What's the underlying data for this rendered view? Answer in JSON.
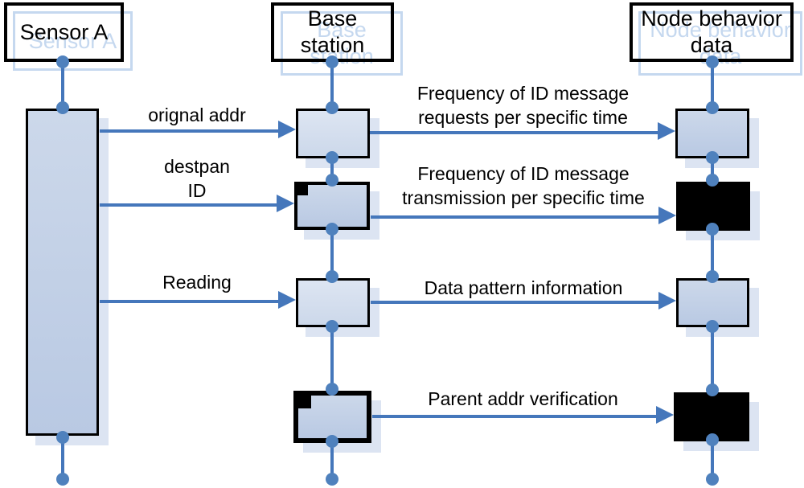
{
  "diagram": {
    "type": "sequence-diagram",
    "description_visible_elements": "three lifelines with activation boxes and message arrows"
  },
  "actors": [
    {
      "id": "sensor-a",
      "label": "Sensor A"
    },
    {
      "id": "base-station",
      "label": "Base\nstation"
    },
    {
      "id": "node-behavior-data",
      "label": "Node behavior\ndata"
    }
  ],
  "messages": [
    {
      "from": "Sensor A",
      "to": "Base station",
      "label": "orignal addr"
    },
    {
      "from": "Sensor A",
      "to": "Base station",
      "label": "destpan\nID"
    },
    {
      "from": "Sensor A",
      "to": "Base station",
      "label": "Reading"
    },
    {
      "from": "Base station",
      "to": "Node behavior data",
      "label": "Frequency of ID message\nrequests per specific time"
    },
    {
      "from": "Base station",
      "to": "Node behavior data",
      "label": "Frequency of ID message\ntransmission per specific time"
    },
    {
      "from": "Base station",
      "to": "Node behavior data",
      "label": "Data pattern information"
    },
    {
      "from": "Base station",
      "to": "Node behavior data",
      "label": "Parent addr verification"
    }
  ],
  "colors": {
    "line_blue": "#4577bb",
    "dot_blue": "#4f81bd",
    "activation_fill": "#b9c9e3",
    "activation_fill_light": "#d9e2f0",
    "shadow_fill": "#dce4f2",
    "ghost_outline": "#c5d8ef",
    "solid_box": "#000000",
    "border": "#000000",
    "background": "#ffffff"
  }
}
